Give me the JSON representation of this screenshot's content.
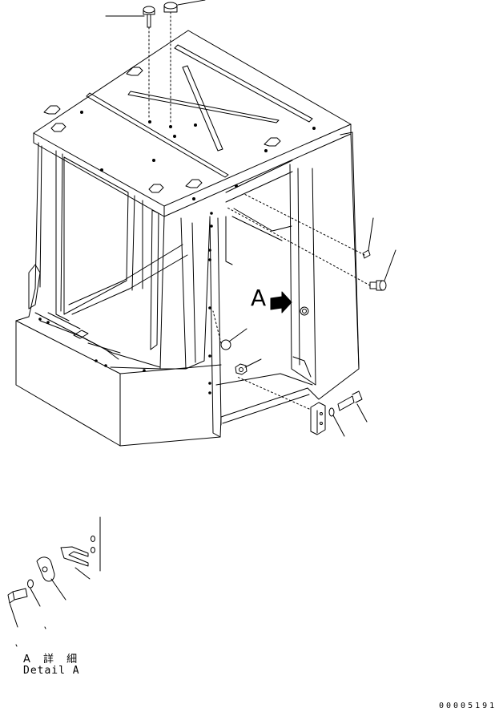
{
  "view_marker": "A",
  "detail": {
    "title_jp": "A 詳 細",
    "title_en": "Detail A"
  },
  "drawing_number": "00005191",
  "colors": {
    "line": "#000000",
    "background": "#ffffff"
  }
}
